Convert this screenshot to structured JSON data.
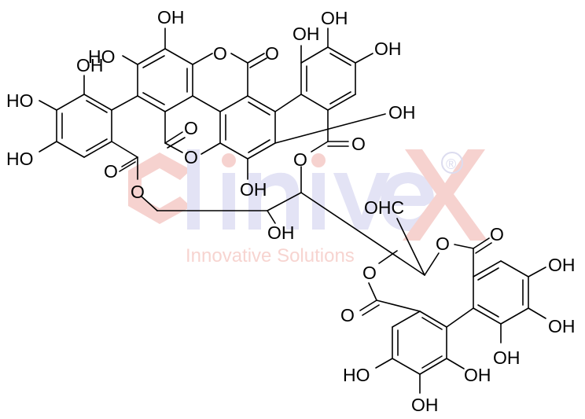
{
  "watermark": {
    "brand": "Clinivex",
    "tagline": "Innovative Solutions",
    "registered_mark": "®",
    "colors": {
      "red": "#f6d2cf",
      "blue": "#e3e3f5",
      "tagline": "#f7d4d0"
    }
  },
  "molecule": {
    "labels": {
      "oh_top_ringA": "OH",
      "ho_ringA": "HO",
      "ring_o_top": "O",
      "carbonyl_o_top": "O",
      "oh_left_top": "OH",
      "ho_left_mid": "HO",
      "ho_left_bottom": "HO",
      "carbonyl_o_left": "O",
      "ester_o_left": "O",
      "lactone_o_mid_carbonyl": "O",
      "lactone_o_mid_ring": "O",
      "oh_center_bottom": "OH",
      "oh_right_ring_a": "OH",
      "oh_right_ring_b": "OH",
      "oh_right_ring_c": "OH",
      "oh_cross": "OH",
      "carbonyl_o_right": "O",
      "ester_o_right": "O",
      "oh_sugar_1": "OH",
      "aldehyde": "OHC",
      "ester_o_lower_right": "O",
      "carbonyl_o_lower_right": "O",
      "ester_o_lower_left": "O",
      "carbonyl_o_lower_left": "O",
      "oh_lr_1": "OH",
      "oh_lr_2": "OH",
      "oh_lr_3": "OH",
      "ho_ll_1": "HO",
      "oh_ll_2": "OH",
      "oh_ll_3": "OH"
    }
  }
}
